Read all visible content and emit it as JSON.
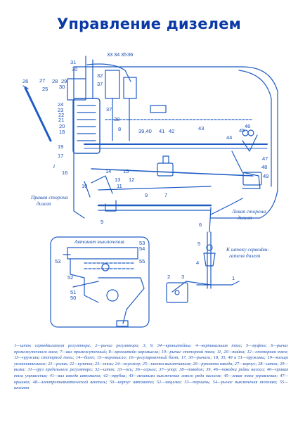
{
  "title": "Управление дизелем",
  "side_labels": {
    "right_side_line1": "Правая сторона",
    "right_side_line2": "дизеля",
    "left_side_line1": "Левая сторона",
    "left_side_line2": "дизеля",
    "servo_line1": "К штоку сервodви-",
    "servo_line2": "гателя дизеля"
  },
  "inset_title": "Автомат выключения",
  "callouts": [
    "1",
    "2",
    "3",
    "4",
    "5",
    "6",
    "7",
    "8",
    "9",
    "10",
    "11",
    "12",
    "13",
    "14",
    "15",
    "16",
    "17",
    "18",
    "19",
    "20",
    "21",
    "22",
    "23",
    "24",
    "25",
    "26",
    "27",
    "28",
    "29",
    "30",
    "31",
    "32",
    "33",
    "34",
    "35",
    "36",
    "37",
    "38",
    "39,40",
    "41",
    "42",
    "43",
    "44",
    "45",
    "46",
    "47",
    "48",
    "49",
    "50",
    "51",
    "52",
    "53",
    "54",
    "55"
  ],
  "legend": "1—шток сервoдвигателя регулятора; 2—рычаг регулятора; 3, 9, 34—кронштейны; 4—вертикальная тяга; 5—муфта; 6—рычаг промежуточного вала; 7—вал промежуточный; 8—кронштейн коромысла; 10—рычаг стопорной тяги; 11, 20—тайки; 12—стопорная тяга; 13—пружина стопорной тяги; 14—болт; 15—коромысло; 16—регулировочный болт; 17, 30—рычаги; 18, 35, 49 и 51—пружины; 19—кольцо уплотнительное; 21—ролик; 22—кулачок; 23—тяга; 24—плунжер; 25—кнопка выключателя; 26—рукоятка взвода; 27—корпус; 28—шток; 29—вилка; 31—груз предельного регулятора; 32—шток; 33—ось; 36—серьга; 37—упор; 38—поводок; 39, 46—поводки рейки насоса; 40—правая тяга управления; 41—вал взвода автомата; 42—трубка; 43—механизм выключения левого ряда насосов; 45—левая тяга управления; 47—крышка; 48—электропневматический вентиль; 50—корпус автомата; 52—защелка; 53—поршень; 54—рычаг выключения топлива; 55—шплинт"
}
